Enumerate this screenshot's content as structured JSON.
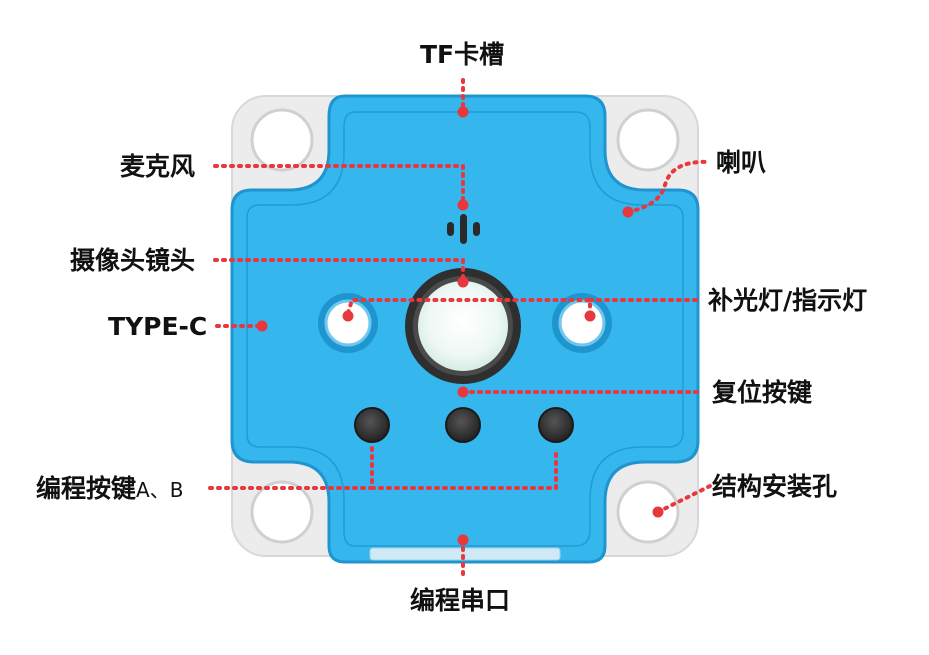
{
  "labels": {
    "tf_slot": "TF卡槽",
    "microphone": "麦克风",
    "camera_lens": "摄像头镜头",
    "type_c": "TYPE-C",
    "program_buttons": "编程按键",
    "program_buttons_suffix": "A、B",
    "serial_port": "编程串口",
    "speaker": "喇叭",
    "fill_light": "补光灯/指示灯",
    "reset_button": "复位按键",
    "mount_holes": "结构安装孔"
  },
  "colors": {
    "board_blue": "#35b6ec",
    "board_blue_dark": "#1e95cf",
    "base_gray": "#ececec",
    "callout_red": "#e8383d",
    "lens_ring": "#2f2f2f",
    "lens_glass": "#eef8f4",
    "button_black": "#3a3a3a"
  }
}
